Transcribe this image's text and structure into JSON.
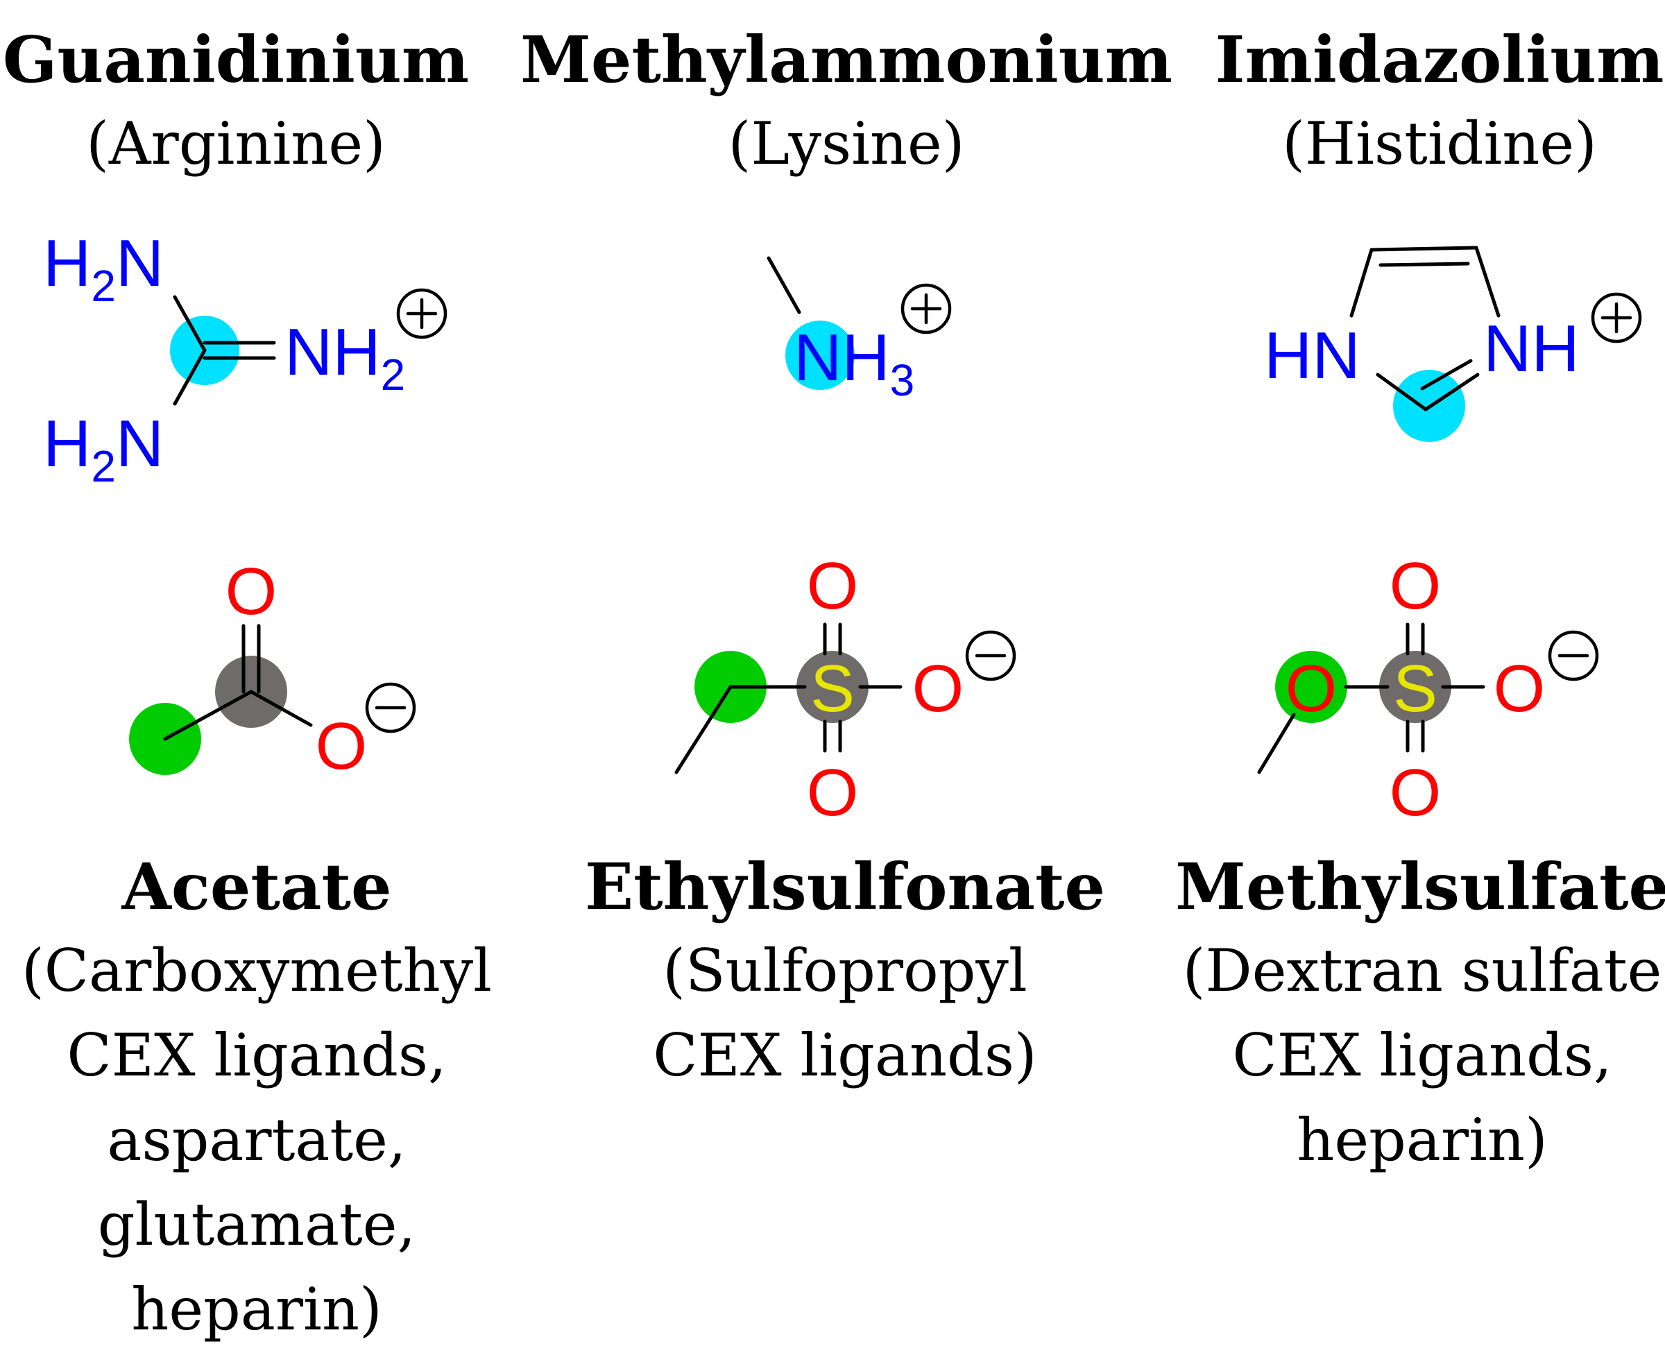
{
  "colors": {
    "cation_highlight": "#00e1ff",
    "anion_highlight": "#00cc00",
    "sulfur_carbon_highlight": "#706b6b",
    "nitrogen": "#0000ff",
    "oxygen": "#ff0000",
    "sulfur": "#e6e600"
  },
  "cations": [
    {
      "name": "Guanidinium",
      "source": "(Arginine)",
      "atoms": {
        "n1": "H",
        "n1_sub": "2",
        "n1_tail": "N",
        "n2": "NH",
        "n2_sub": "2",
        "n3": "H",
        "n3_sub": "2",
        "n3_tail": "N"
      },
      "charge": "+"
    },
    {
      "name": "Methylammonium",
      "source": "(Lysine)",
      "atoms": {
        "n": "NH",
        "n_sub": "3"
      },
      "charge": "+"
    },
    {
      "name": "Imidazolium",
      "source": "(Histidine)",
      "atoms": {
        "n1": "HN",
        "n2": "NH"
      },
      "charge": "+"
    }
  ],
  "anions": [
    {
      "name": "Acetate",
      "source_lines": [
        "(Carboxymethyl",
        "CEX ligands,",
        "aspartate,",
        "glutamate,",
        "heparin)"
      ],
      "atoms": {
        "o1": "O",
        "o2": "O"
      },
      "charge": "−"
    },
    {
      "name": "Ethylsulfonate",
      "source_lines": [
        "(Sulfopropyl",
        "CEX ligands)"
      ],
      "atoms": {
        "s": "S",
        "o1": "O",
        "o2": "O",
        "o3": "O"
      },
      "charge": "−"
    },
    {
      "name": "Methylsulfate",
      "source_lines": [
        "(Dextran sulfate",
        "CEX ligands,",
        "heparin)"
      ],
      "atoms": {
        "s": "S",
        "o0": "O",
        "o1": "O",
        "o2": "O",
        "o3": "O"
      },
      "charge": "−"
    }
  ]
}
